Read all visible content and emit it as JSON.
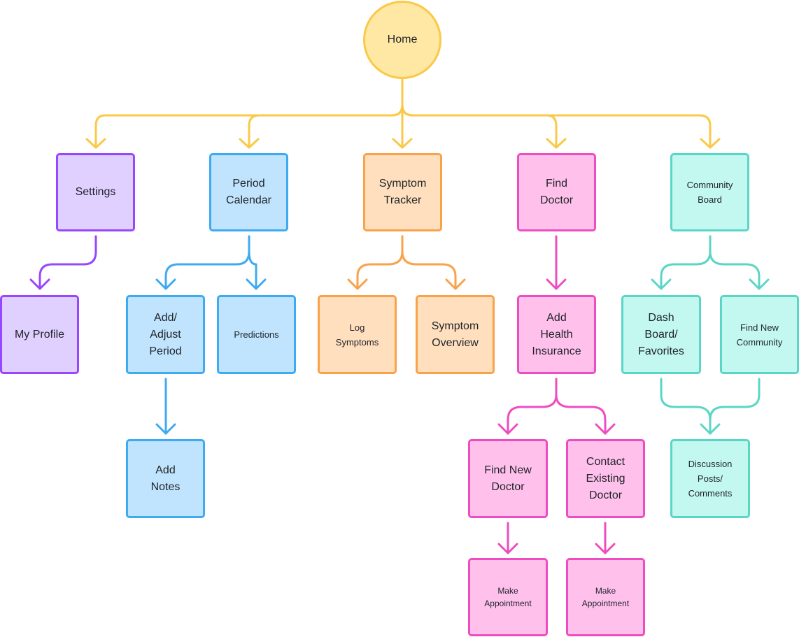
{
  "diagram": {
    "nodes": {
      "home": "Home",
      "settings": "Settings",
      "period_calendar": "Period\nCalendar",
      "symptom_tracker": "Symptom\nTracker",
      "find_doctor": "Find\nDoctor",
      "community_board": "Community\nBoard",
      "my_profile": "My Profile",
      "add_adjust_period": "Add/\nAdjust\nPeriod",
      "predictions": "Predictions",
      "log_symptoms": "Log\nSymptoms",
      "symptom_overview": "Symptom\nOverview",
      "add_health_insurance": "Add\nHealth\nInsurance",
      "dash_board_favorites": "Dash\nBoard/\nFavorites",
      "find_new_community": "Find New\nCommunity",
      "add_notes": "Add\nNotes",
      "find_new_doctor": "Find New\nDoctor",
      "contact_existing_doctor": "Contact\nExisting\nDoctor",
      "discussion_posts_comments": "Discussion\nPosts/\nComments",
      "make_appointment_1": "Make\nAppointment",
      "make_appointment_2": "Make\nAppointment"
    },
    "colors": {
      "home": "#fbc948",
      "settings": "#9747ff",
      "calendar": "#3eaaf0",
      "symptoms": "#f9a24a",
      "doctor": "#ee4dc1",
      "community": "#5ad6c6"
    }
  }
}
